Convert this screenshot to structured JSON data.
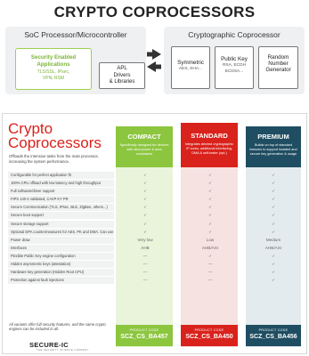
{
  "header": {
    "title": "CRYPTO COPROCESSORS"
  },
  "soc": {
    "title": "SoC Processor/Microcontroller",
    "app_title_1": "Security Enabled",
    "app_title_2": "Applications",
    "app_sub_1": "TLS/SSL, IPsec,",
    "app_sub_2": "VPN, RSM",
    "apl_1": "APL",
    "apl_2": "Drivers",
    "apl_3": "& Libraries"
  },
  "coprocessor": {
    "title": "Cryptographic Coprocessor",
    "symmetric": {
      "title": "Symmetric",
      "sub": "AES, SHA..."
    },
    "public_key": {
      "title_1": "Public Key",
      "sub_1": "RSA, ECDH",
      "sub_2": "ECDSA..."
    },
    "rng": {
      "title_1": "Random",
      "title_2": "Number",
      "title_3": "Generator"
    }
  },
  "card": {
    "title_1": "Crypto",
    "title_2": "Coprocessors",
    "description": "Offloads the intensive tasks from the main processor, increasing the system performance.",
    "footnote": "All variants offer full security features, and the same crypto engines can be included in all.",
    "logo": "SECURE-IC",
    "logo_sub": "THE SECURITY SCIENCE COMPANY"
  },
  "columns": [
    {
      "name": "COMPACT",
      "desc": "Specifically designed for devices with strict power & area constraints",
      "code_label": "PRODUCT CODE",
      "code": "SCZ_CS_BA457",
      "color": "#8cc63f"
    },
    {
      "name": "STANDARD",
      "desc": "Integrates desired cryptographic IP cores, additional interfacing, DMA & self-tester (opt.)",
      "code_label": "PRODUCT CODE",
      "code": "SCZ_CS_BA450",
      "color": "#d9221c"
    },
    {
      "name": "PREMIUM",
      "desc": "Builds on top of standard features to support isolated and secure key generation & usage",
      "code_label": "PRODUCT CODE",
      "code": "SCZ_CS_BA456",
      "color": "#1f4d61"
    }
  ],
  "rows": [
    {
      "label": "Configurable for perfect application fit",
      "v": [
        "✓",
        "✓",
        "✓"
      ]
    },
    {
      "label": "100% CPU offload with low latency and high throughput",
      "v": [
        "✓",
        "✓",
        "✓"
      ]
    },
    {
      "label": "Full software/driver support",
      "v": [
        "✓",
        "✓",
        "✓"
      ]
    },
    {
      "label": "FIPS 140-2 validated, CAVP KY PR",
      "v": [
        "✓",
        "✓",
        "✓"
      ]
    },
    {
      "label": "Secure Communication (TLS, IPsec, BLE, ZigBee, others...)",
      "v": [
        "✓",
        "✓",
        "✓"
      ]
    },
    {
      "label": "Secure boot support",
      "v": [
        "✓",
        "✓",
        "✓"
      ]
    },
    {
      "label": "Secure storage support",
      "v": [
        "✓",
        "✓",
        "✓"
      ]
    },
    {
      "label": "Optional DPA countermeasures for AES, PK and DMA. Can use elliptic (Rsa/ECP) or a (hidden) on-chip PUF",
      "v": [
        "✓",
        "✓",
        "✓"
      ]
    },
    {
      "label": "Power draw",
      "v": [
        "Very low",
        "Low",
        "Medium"
      ]
    },
    {
      "label": "Interfaces",
      "v": [
        "AHB",
        "AHB/AXI",
        "AHB/AXI"
      ]
    },
    {
      "label": "Flexible Public Key engine configuration",
      "v": [
        "—",
        "✓",
        "✓"
      ]
    },
    {
      "label": "Hidden asymmetric keys (attestation)",
      "v": [
        "—",
        "—",
        "✓"
      ]
    },
    {
      "label": "Hardware key generation (Hidden Root CPU)",
      "v": [
        "—",
        "—",
        "✓"
      ]
    },
    {
      "label": "Protection against fault injections",
      "v": [
        "—",
        "—",
        "✓"
      ]
    }
  ]
}
